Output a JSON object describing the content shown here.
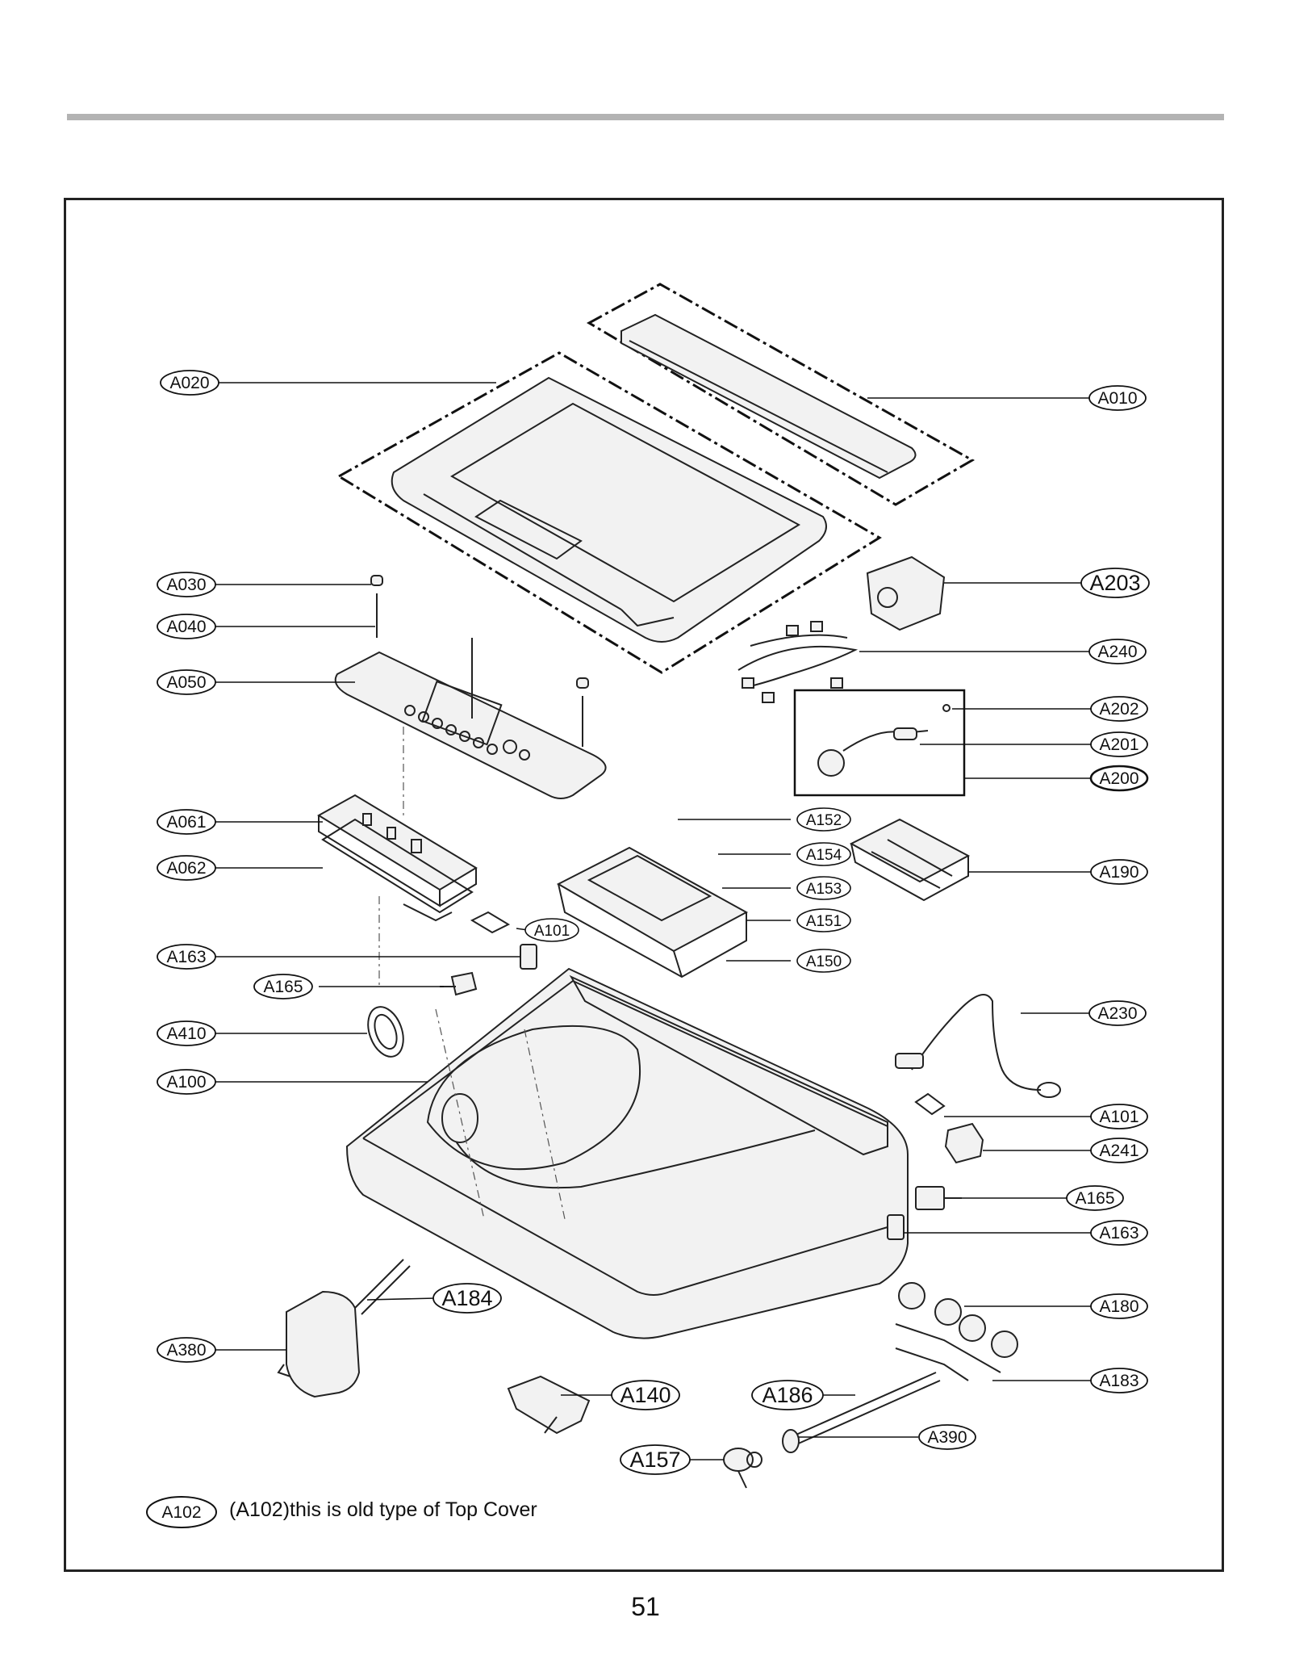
{
  "page_number": "51",
  "note": {
    "badge": "A102",
    "text": "(A102)this is old type of Top Cover"
  },
  "callouts": [
    {
      "id": "A020",
      "label": "A020"
    },
    {
      "id": "A010",
      "label": "A010"
    },
    {
      "id": "A030",
      "label": "A030"
    },
    {
      "id": "A040",
      "label": "A040"
    },
    {
      "id": "A050",
      "label": "A050"
    },
    {
      "id": "A203",
      "label": "A203"
    },
    {
      "id": "A240",
      "label": "A240"
    },
    {
      "id": "A202",
      "label": "A202"
    },
    {
      "id": "A201",
      "label": "A201"
    },
    {
      "id": "A200",
      "label": "A200"
    },
    {
      "id": "A061",
      "label": "A061"
    },
    {
      "id": "A062",
      "label": "A062"
    },
    {
      "id": "A152",
      "label": "A152"
    },
    {
      "id": "A154",
      "label": "A154"
    },
    {
      "id": "A153",
      "label": "A153"
    },
    {
      "id": "A151",
      "label": "A151"
    },
    {
      "id": "A150",
      "label": "A150"
    },
    {
      "id": "A190",
      "label": "A190"
    },
    {
      "id": "A101a",
      "label": "A101"
    },
    {
      "id": "A163a",
      "label": "A163"
    },
    {
      "id": "A165a",
      "label": "A165"
    },
    {
      "id": "A410",
      "label": "A410"
    },
    {
      "id": "A100",
      "label": "A100"
    },
    {
      "id": "A230",
      "label": "A230"
    },
    {
      "id": "A101b",
      "label": "A101"
    },
    {
      "id": "A241",
      "label": "A241"
    },
    {
      "id": "A165b",
      "label": "A165"
    },
    {
      "id": "A163b",
      "label": "A163"
    },
    {
      "id": "A184",
      "label": "A184"
    },
    {
      "id": "A180",
      "label": "A180"
    },
    {
      "id": "A380",
      "label": "A380"
    },
    {
      "id": "A183",
      "label": "A183"
    },
    {
      "id": "A140",
      "label": "A140"
    },
    {
      "id": "A186",
      "label": "A186"
    },
    {
      "id": "A390",
      "label": "A390"
    },
    {
      "id": "A157",
      "label": "A157"
    }
  ]
}
